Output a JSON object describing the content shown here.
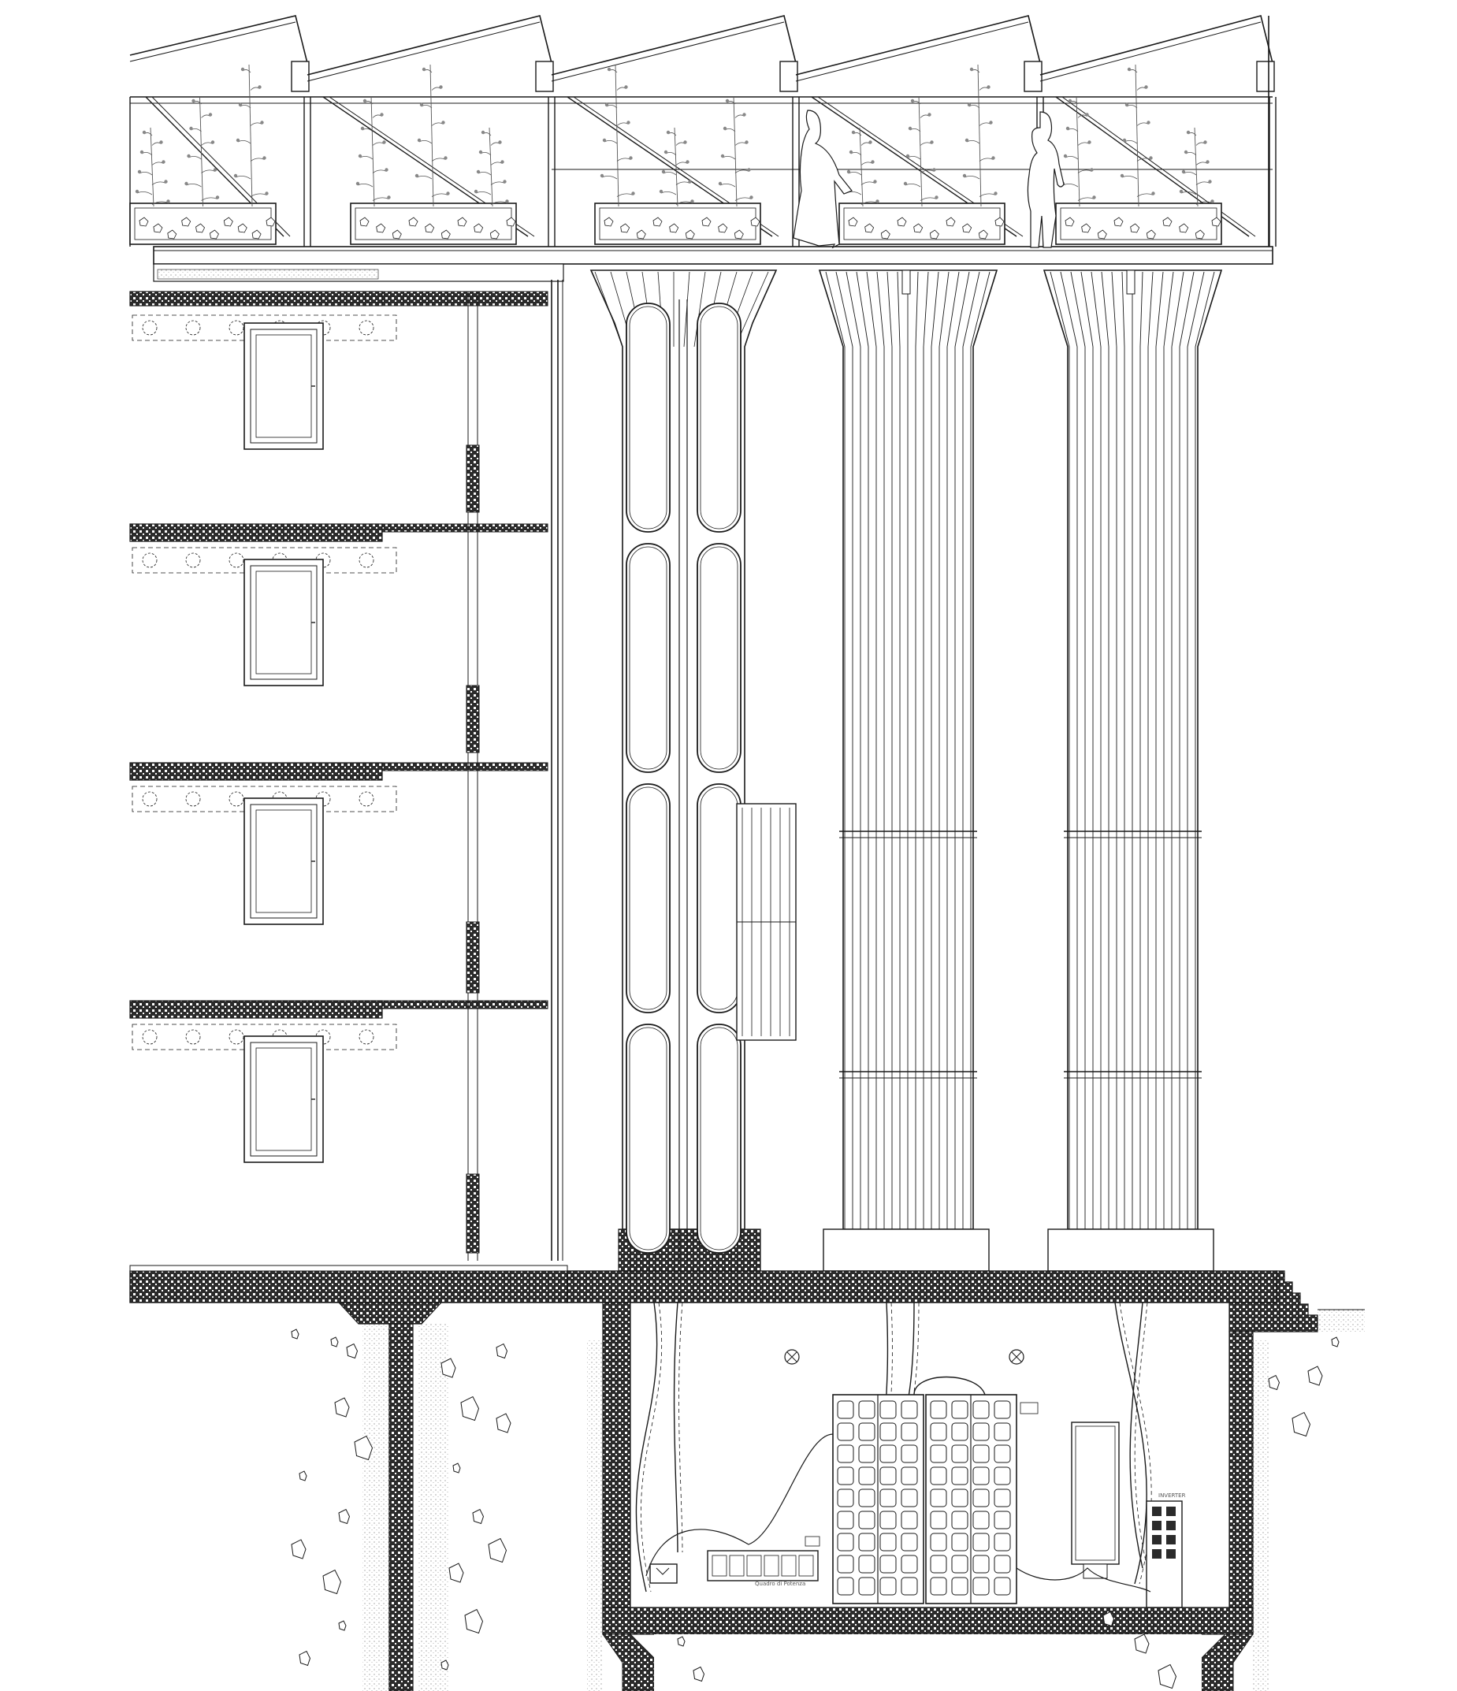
{
  "drawing": {
    "type": "architectural section",
    "line_color": "#1a1a1a",
    "fill_color": "#ffffff",
    "hatch_color": "#2b2b2b",
    "soil_stipple_color": "#888888"
  },
  "labels": {
    "cabinet_label": "Quadro di Potenza",
    "inverter_label": "INVERTER"
  },
  "elements": {
    "roof": "sawtooth glazed roof with photovoltaic shading",
    "planters": 5,
    "human_figures": 2,
    "floors": 4,
    "windows": 4,
    "algae_columns": 1,
    "fluted_columns": 2,
    "battery_cabinets": 2,
    "ceiling_fans": 2
  }
}
